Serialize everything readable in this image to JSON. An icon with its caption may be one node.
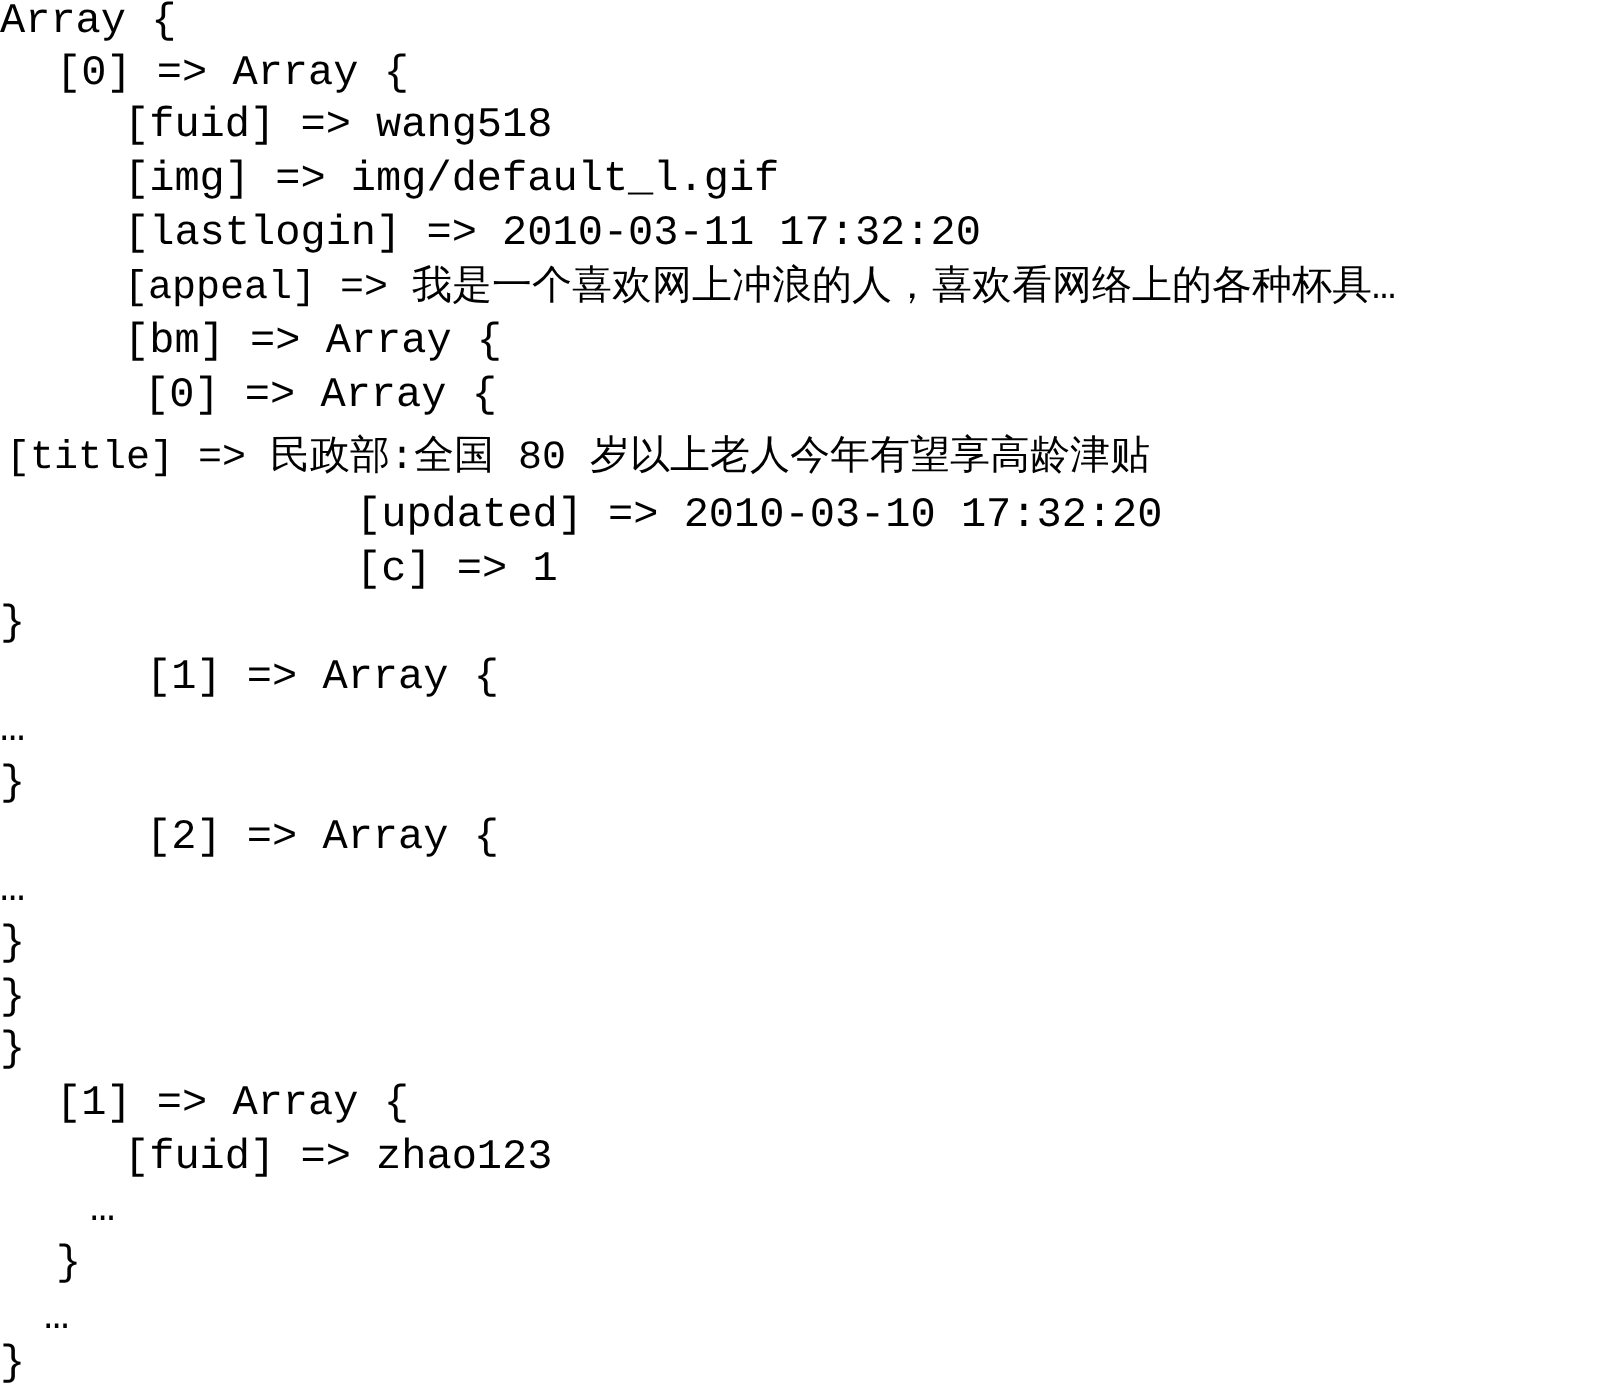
{
  "diagram": {
    "labels": [
      "Array {",
      "[0] => Array {",
      "[fuid] => wang518",
      "[img] => img/default_l.gif",
      "[lastlogin] => 2010-03-11 17:32:20",
      "[appeal] => 我是一个喜欢网上冲浪的人，喜欢看网络上的各种杯具…",
      "[bm] => Array {",
      "[0] => Array {",
      "[title] => 民政部:全国 80 岁以上老人今年有望享高龄津贴",
      "[updated] => 2010-03-10 17:32:20",
      "[c] => 1",
      "}",
      "[1] => Array {",
      "…",
      "}",
      "[2] => Array {",
      "…",
      "}",
      "}",
      "}",
      "[1] => Array {",
      "[fuid] => zhao123",
      "…",
      "}",
      "…",
      "}"
    ]
  }
}
